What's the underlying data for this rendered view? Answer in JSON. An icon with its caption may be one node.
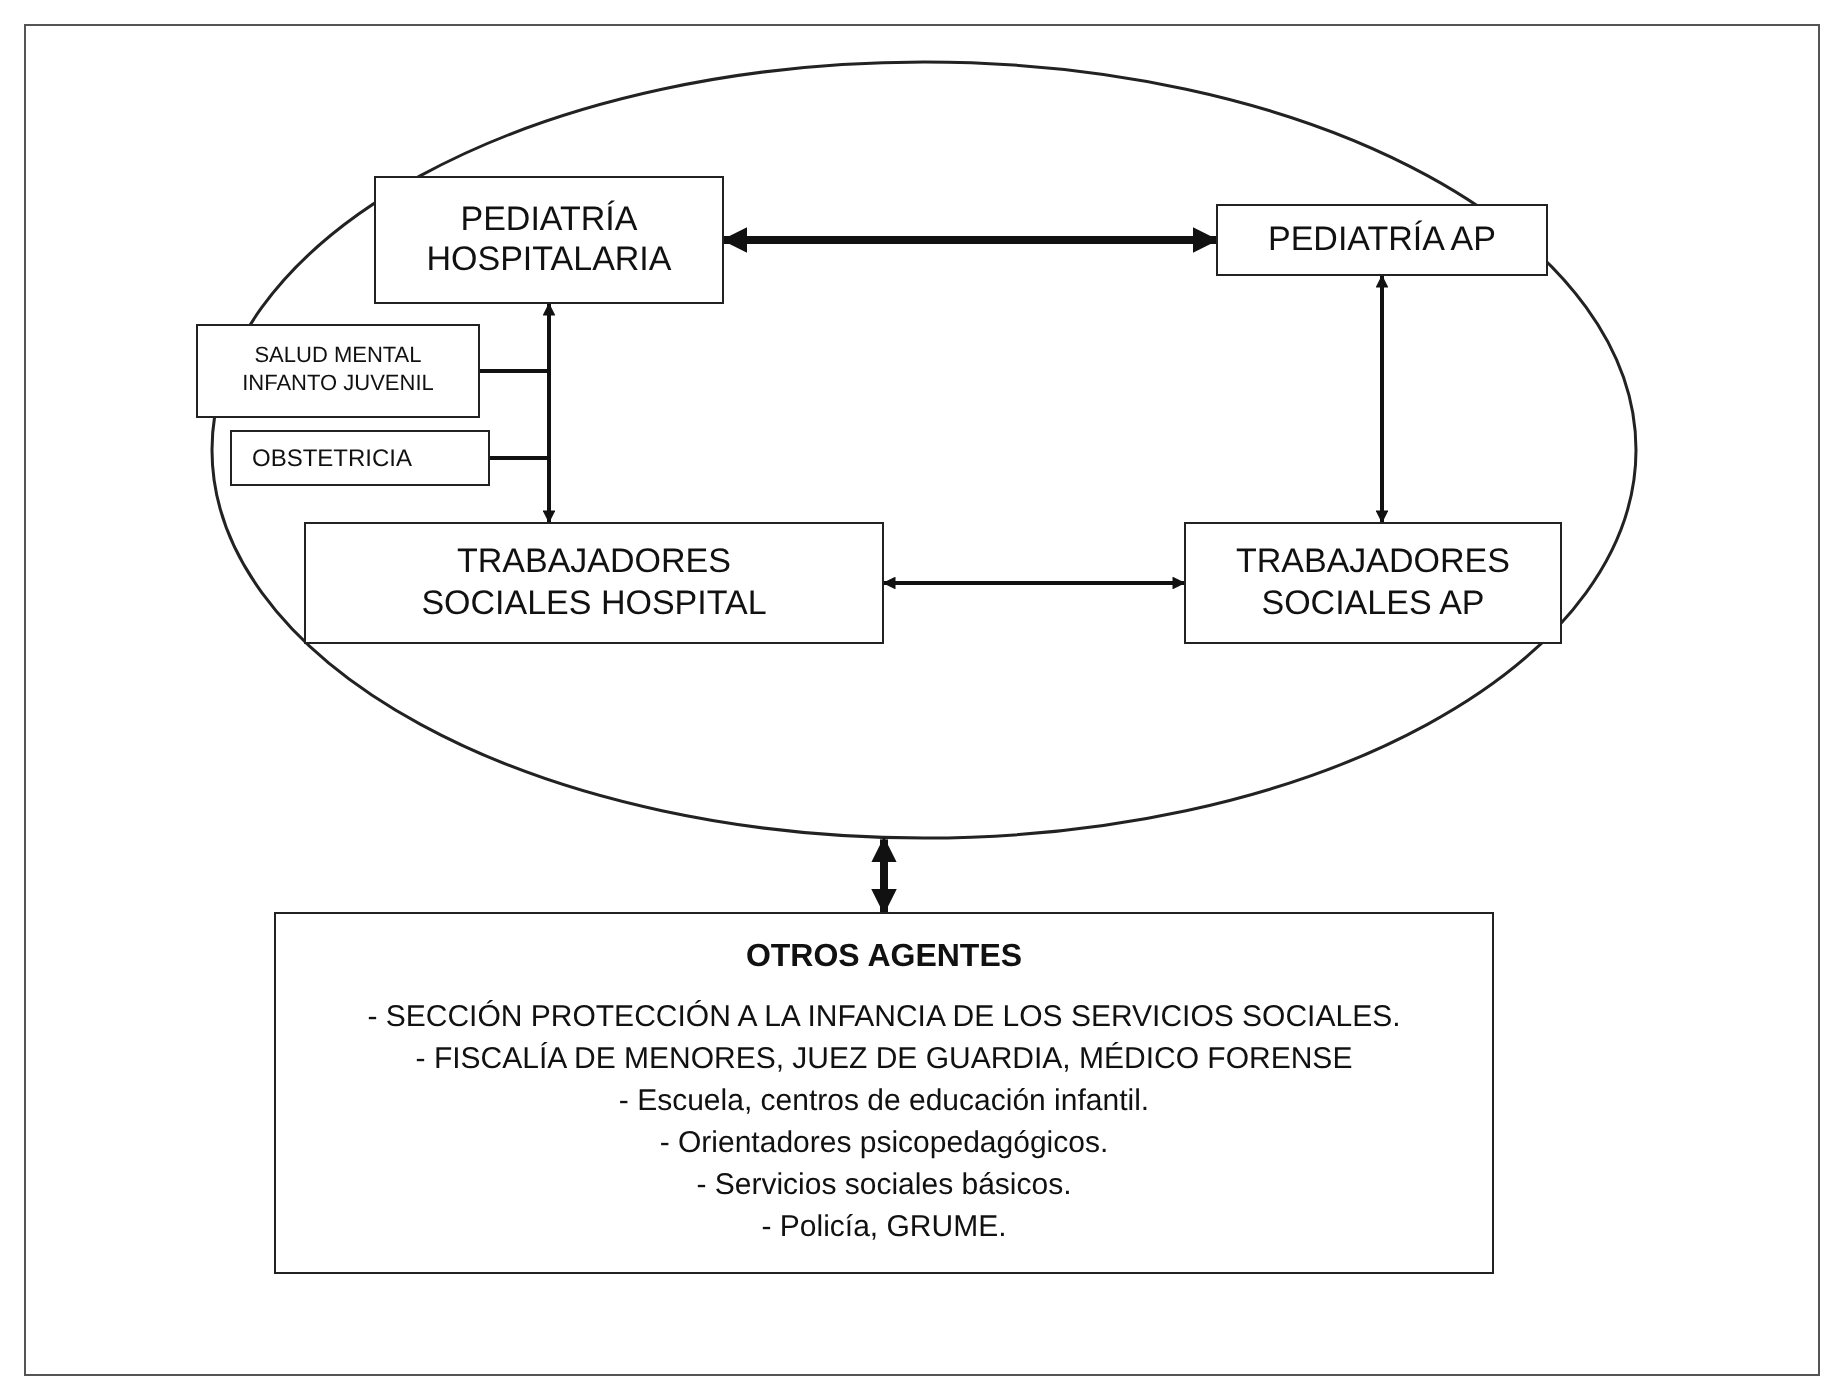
{
  "diagram": {
    "nodes": [
      {
        "text": [],
        "shape": "ellipse"
      },
      {
        "text": [
          "PEDIATRÍA HOSPITALARIA"
        ],
        "in": 0
      },
      {
        "text": [
          "PEDIATRÍA AP"
        ],
        "in": 0
      },
      {
        "text": [
          "SALUD MENTAL INFANTO JUVENIL"
        ],
        "in": 0
      },
      {
        "text": [
          "OBSTETRICIA"
        ],
        "in": 0
      },
      {
        "text": [
          "TRABAJADORES SOCIALES HOSPITAL"
        ],
        "in": 0
      },
      {
        "text": [
          "TRABAJADORES SOCIALES AP"
        ],
        "in": 0
      },
      {
        "text": [
          "OTROS AGENTES",
          "- SECCIÓN PROTECCIÓN A LA INFANCIA DE LOS SERVICIOS SOCIALES.",
          "- FISCALÍA DE MENORES, JUEZ DE GUARDIA, MÉDICO FORENSE",
          "- Escuela, centros de educación infantil.",
          "- Orientadores psicopedagógicos.",
          "- Servicios sociales básicos.",
          "- Policía, GRUME."
        ]
      }
    ],
    "edges": [
      {
        "from": 1,
        "to": 2,
        "arrow": "both",
        "style": "thick"
      },
      {
        "from": 1,
        "to": 5,
        "arrow": "both"
      },
      {
        "from": 3,
        "to": null,
        "arrow": "none"
      },
      {
        "from": 4,
        "to": null,
        "arrow": "none"
      },
      {
        "from": 2,
        "to": 6,
        "arrow": "both"
      },
      {
        "from": 5,
        "to": 6,
        "arrow": "both"
      },
      {
        "from": 0,
        "to": 7,
        "arrow": "both",
        "style": "thick"
      }
    ]
  }
}
